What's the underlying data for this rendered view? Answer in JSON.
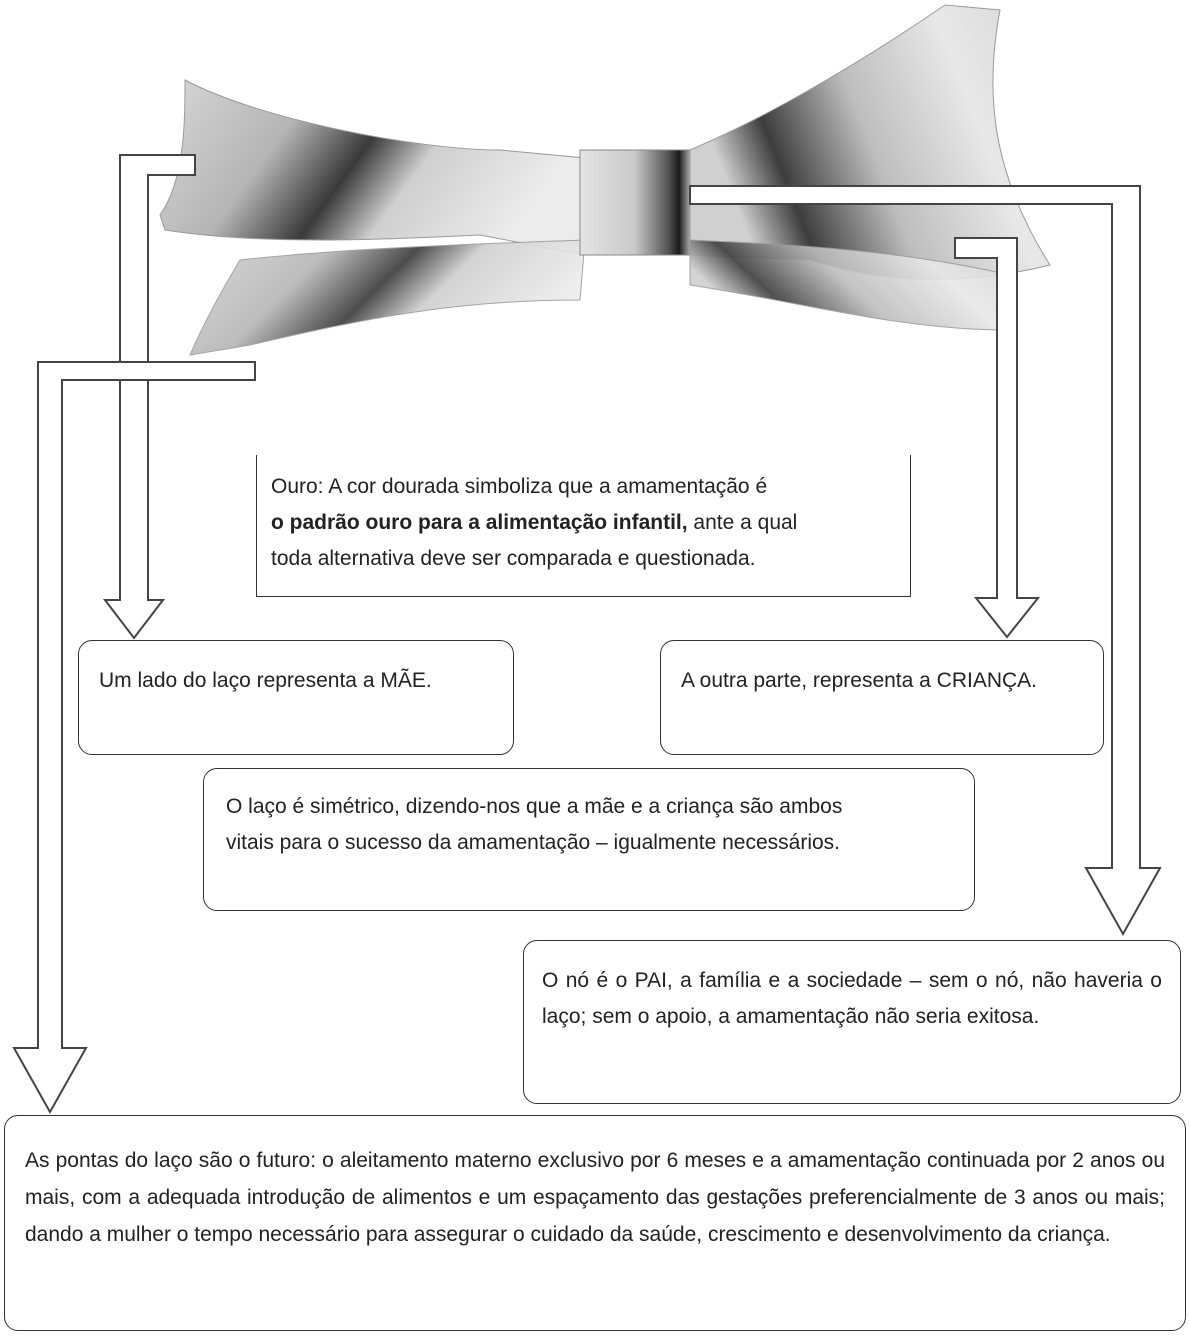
{
  "colors": {
    "ribbon_light": "#e6e6e6",
    "ribbon_mid": "#bdbdbd",
    "ribbon_dark": "#2a2a2a",
    "arrow_fill": "#ffffff",
    "arrow_stroke": "#444444"
  },
  "icons": [
    "bow-ribbon-icon"
  ],
  "boxes": {
    "ouro": {
      "line1": "Ouro: A cor dourada simboliza que a amamentação é",
      "line2_bold": "o padrão ouro para a alimentação infantil,",
      "line2_rest": " ante a qual",
      "line3": "toda alternativa deve ser comparada e questionada."
    },
    "mae": {
      "text": "Um lado do laço representa a MÃE."
    },
    "crianca": {
      "text": "A outra parte, representa a CRIANÇA."
    },
    "simetrico": {
      "line1": "O laço é simétrico, dizendo-nos que a mãe e a criança são ambos",
      "line2": "vitais para o sucesso da amamentação – igualmente necessários."
    },
    "no": {
      "text": "O nó é o PAI, a família e a sociedade – sem o nó, não haveria o laço; sem o apoio, a amamentação não seria exitosa."
    },
    "pontas": {
      "text": "As pontas do laço são o futuro: o aleitamento materno exclusivo por 6 meses e a amamentação continuada por 2 anos ou mais, com a adequada introdução de alimentos e um espaçamento das gestações preferencialmente de 3 anos ou mais; dando a mulher o tempo necessário para assegurar o cuidado da saúde, crescimento e desenvolvimento da criança."
    }
  }
}
